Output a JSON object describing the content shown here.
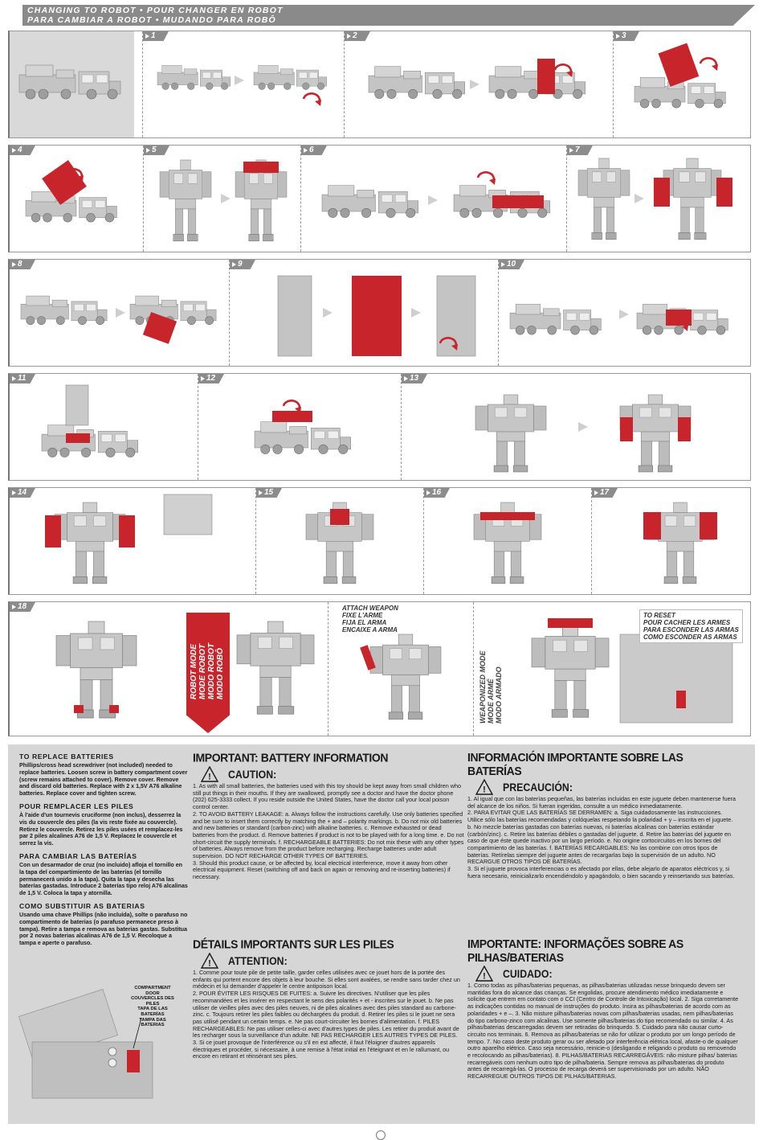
{
  "header": {
    "line1": "CHANGING TO ROBOT • POUR CHANGER EN ROBOT",
    "line2": "PARA CAMBIAR A ROBOT • MUDANDO PARA ROBÔ"
  },
  "steps": [
    "1",
    "2",
    "3",
    "4",
    "5",
    "6",
    "7",
    "8",
    "9",
    "10",
    "11",
    "12",
    "13",
    "14",
    "15",
    "16",
    "17",
    "18"
  ],
  "robot_mode": {
    "lines": [
      "ROBOT MODE",
      "MODE ROBOT",
      "MODO ROBOT",
      "MODO ROBÔ"
    ]
  },
  "attach_weapon": {
    "lines": [
      "ATTACH WEAPON",
      "FIXE L'ARME",
      "FIJA EL ARMA",
      "ENCAIXE A ARMA"
    ]
  },
  "weaponized_mode": {
    "lines": [
      "WEAPONIZED MODE",
      "MODE ARMÉ",
      "MODO ARMADO"
    ]
  },
  "to_reset": {
    "lines": [
      "TO RESET",
      "POUR CACHER LES ARMES",
      "PARA ESCONDER LAS ARMAS",
      "COMO ESCONDER AS ARMAS"
    ]
  },
  "replace_batteries": {
    "en_title": "TO REPLACE BATTERIES",
    "en_text": "Phillips/cross head screwdriver (not included) needed to replace batteries. Loosen screw in battery compartment cover (screw remains attached to cover). Remove cover. Remove and discard old batteries. Replace with 2 x 1,5V A76 alkaline batteries. Replace cover and tighten screw.",
    "fr_title": "POUR REMPLACER LES PILES",
    "fr_text": "À l'aide d'un tournevis cruciforme (non inclus), desserrez la vis du couvercle des piles (la vis reste fixée au couvercle). Retirez le couvercle. Retirez les piles usées et remplacez-les par 2 piles alcalines A76 de 1,5 V. Replacez le couvercle et serrez la vis.",
    "es_title": "PARA CAMBIAR LAS BATERÍAS",
    "es_text": "Con un desarmador de cruz (no incluido) afloja el tornillo en la tapa del compartimiento de las baterías (el tornillo permanecerá unido a la tapa). Quita la tapa y desecha las baterías gastadas. Introduce 2 baterías tipo reloj A76 alcalinas de 1,5 V. Coloca la tapa y atornilla.",
    "pt_title": "COMO SUBSTITUIR AS BATERIAS",
    "pt_text": "Usando uma chave Phillips (não incluída), solte o parafuso no compartimento de baterias (o parafuso permanece preso à tampa). Retire a tampa e remova as baterias gastas. Substitua por 2 novas baterias alcalinas A76 de 1,5 V. Recoloque a tampa e aperte o parafuso.",
    "door_labels": [
      "COMPARTMENT DOOR",
      "COUVERCLES DES PILES",
      "TAPA DE LAS BATERÍAS",
      "TAMPA DAS BATERIAS"
    ]
  },
  "battery_en": {
    "title": "IMPORTANT: BATTERY INFORMATION",
    "warning": "CAUTION:",
    "p1": "1. As with all small batteries, the batteries used with this toy should be kept away from small children who still put things in their mouths. If they are swallowed, promptly see a doctor and have the doctor phone (202) 625-3333 collect. If you reside outside the United States, have the doctor call your local poison control center.",
    "p2": "2. TO AVOID BATTERY LEAKAGE: a. Always follow the instructions carefully. Use only batteries specified and be sure to insert them correctly by matching the + and – polarity markings. b. Do not mix old batteries and new batteries or standard (carbon-zinc) with alkaline batteries. c. Remove exhausted or dead batteries from the product. d. Remove batteries if product is not to be played with for a long time. e. Do not short-circuit the supply terminals. f. RECHARGEABLE BATTERIES: Do not mix these with any other types of batteries. Always remove from the product before recharging. Recharge batteries under adult supervision. DO NOT RECHARGE OTHER TYPES OF BATTERIES.",
    "p3": "3. Should this product cause, or be affected by, local electrical interference, move it away from other electrical equipment. Reset (switching off and back on again or removing and re-inserting batteries) if necessary."
  },
  "battery_fr": {
    "title": "DÉTAILS IMPORTANTS SUR LES PILES",
    "warning": "ATTENTION:",
    "p1": "1. Comme pour toute pile de petite taille, garder celles utilisées avec ce jouet hors de la portée des enfants qui portent encore des objets à leur bouche. Si elles sont avalées, se rendre sans tarder chez un médecin et lui demander d'appeler le centre antipoison local.",
    "p2": "2. POUR ÉVITER LES RISQUES DE FUITES: a. Suivre les directives. N'utiliser que les piles recommandées et les insérer en respectant le sens des polarités + et - inscrites sur le jouet. b. Ne pas utiliser de vieilles piles avec des piles neuves, ni de piles alcalines avec des piles standard au carbone-zinc. c. Toujours retirer les piles faibles ou déchargées du produit. d. Retirer les piles si le jouet ne sera pas utilisé pendant un certain temps. e. Ne pas court-circuiter les bornes d'alimentation. f. PILES RECHARGEABLES: Ne pas utiliser celles-ci avec d'autres types de piles. Les retirer du produit avant de les recharger sous la surveillance d'un adulte. NE PAS RECHARGER LES AUTRES TYPES DE PILES.",
    "p3": "3. Si ce jouet provoque de l'interférence ou s'il en est affecté, il faut l'éloigner d'autres appareils électriques et procéder, si nécessaire, à une remise à l'état initial en l'éteignant et en le rallumant, ou encore en retirant et réinsérant ses piles."
  },
  "battery_es": {
    "title": "INFORMACIÓN IMPORTANTE SOBRE LAS BATERÍAS",
    "warning": "PRECAUCIÓN:",
    "p1": "1. Al igual que con las baterías pequeñas, las baterías incluidas en este juguete deben mantenerse fuera del alcance de los niños. Si fueran ingeridas, consulte a un médico inmediatamente.",
    "p2": "2. PARA EVITAR QUE LAS BATERÍAS SE DERRAMEN: a. Siga cuidadosamente las instrucciones. Utilice sólo las baterías recomendadas y colóquelas respetando la polaridad + y – inscrita en el juguete. b. No mezcle baterías gastadas con baterías nuevas, ni baterías alcalinas con baterías estándar (carbón/zinc). c. Retire las baterías débiles o gastadas del juguete. d. Retire las baterías del juguete en caso de que éste quede inactivo por un largo período. e. No origine cortocircuitos en los bornes del compartimiento de las baterías. f. BATERÍAS RECARGABLES: No las combine con otros tipos de baterías. Retírelas siempre del juguete antes de recargarlas bajo la supervisión de un adulto. NO RECARGUE OTROS TIPOS DE BATERÍAS.",
    "p3": "3. Si el juguete provoca interferencias o es afectado por ellas, debe alejarlo de aparatos eléctricos y, si fuera necesario, reinicializarlo encendiéndolo y apagándolo, o bien sacando y reinsertando sus baterías."
  },
  "battery_pt": {
    "title": "IMPORTANTE: INFORMAÇÕES SOBRE AS PILHAS/BATERIAS",
    "warning": "CUIDADO:",
    "p1": "1. Como todas as pilhas/baterias pequenas, as pilhas/baterias utilizadas nesse brinquedo devem ser mantidas fora do alcance das crianças. Se engolidas, procure atendimento médico imediatamente e solicite que entrem em contato com o CCI (Centro de Controle de Intoxicação) local. 2. Siga corretamente as indicações contidas no manual de instruções do produto. Insira as pilhas/baterias de acordo com as polaridades + e –. 3. Não misture pilhas/baterias novas com pilhas/baterias usadas, nem pilhas/baterias do tipo carbono-zinco com alcalinas. Use somente pilhas/baterias do tipo recomendado ou similar. 4. As pilhas/baterias descarregadas devem ser retiradas do brinquedo. 5. Cuidado para não causar curto-circuito nos terminais. 6. Remova as pilhas/baterias se não for utilizar o produto por um longo período de tempo. 7. No caso deste produto gerar ou ser afetado por interferência elétrica local, afaste-o de qualquer outro aparelho elétrico. Caso seja necessário, reinicie-o (desligando e religando o produto ou removendo e recolocando as pilhas/baterias). 8. PILHAS/BATERIAS RECARREGÁVEIS: não misture pilhas/ baterias recarregáveis com nenhum outro tipo de pilha/bateria. Sempre remova as pilhas/baterias do produto antes de recarregá-las. O processo de recarga deverá ser supervisionado por um adulto. NÃO RECARREGUE OUTROS TIPOS DE PILHAS/BATERIAS."
  },
  "colors": {
    "red": "#c8242b",
    "grey_toy": "#bdbdbd",
    "panel": "#d6d6d6",
    "tab": "#8c8c8c"
  }
}
